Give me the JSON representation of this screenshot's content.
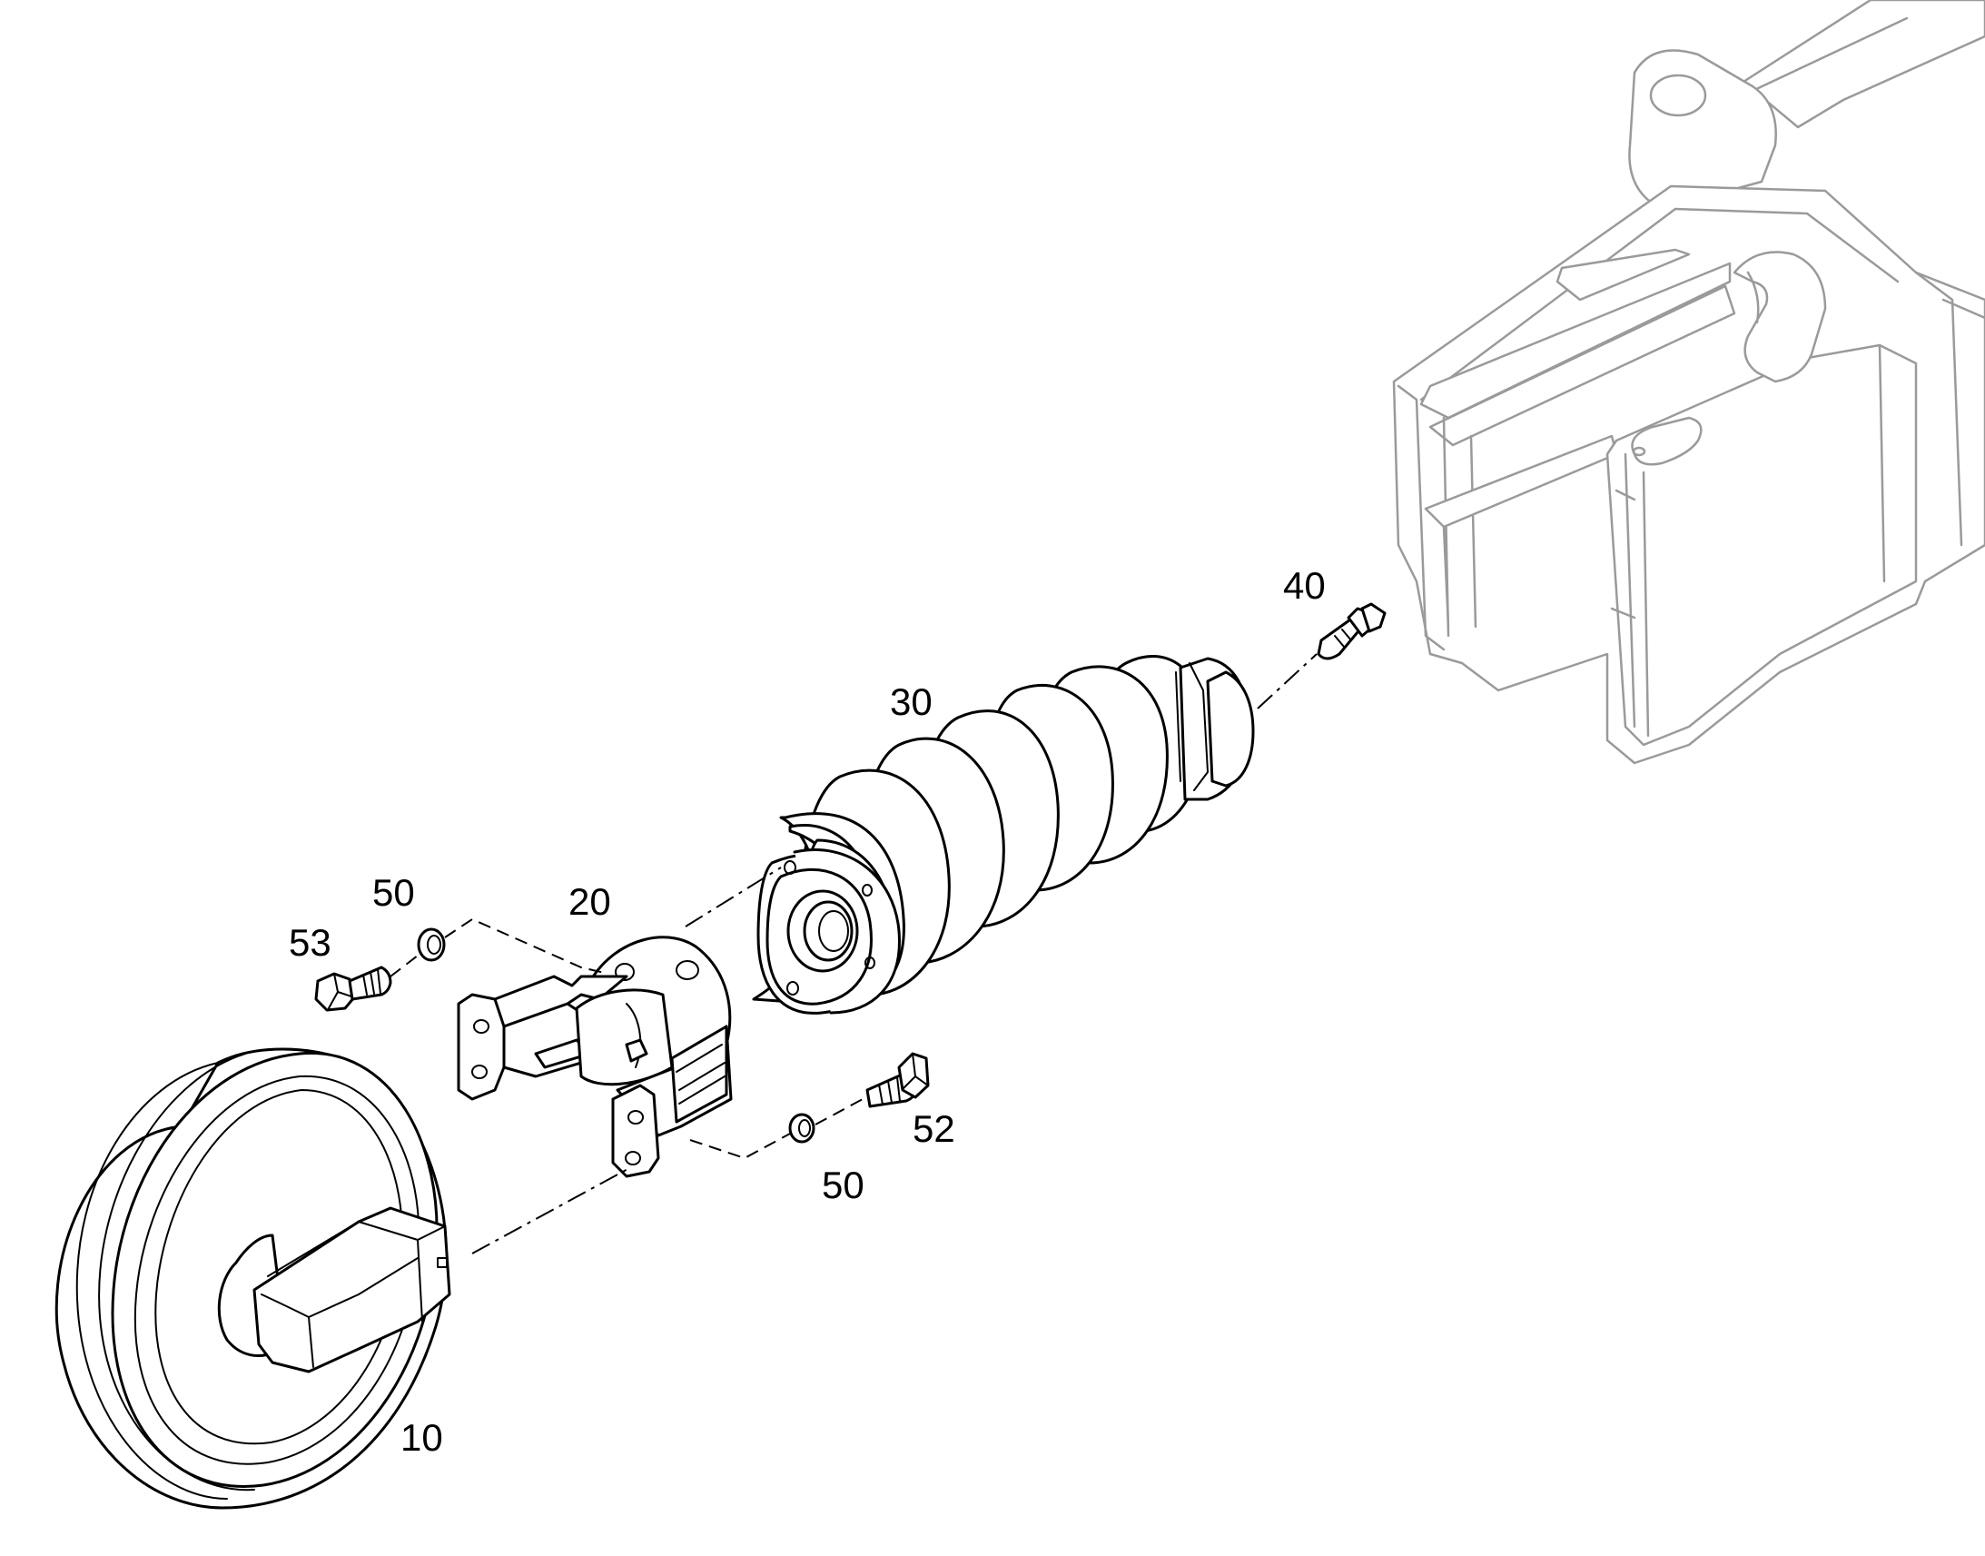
{
  "callouts": {
    "idler_wheel": "10",
    "idler_bracket": "20",
    "recoil_spring": "30",
    "grease_fitting": "40",
    "washer_upper": "50",
    "washer_lower": "50",
    "bolt_lower": "52",
    "bolt_upper": "53"
  },
  "colors": {
    "line": "#000000",
    "frame": "#9a9a9a",
    "background": "#ffffff"
  }
}
